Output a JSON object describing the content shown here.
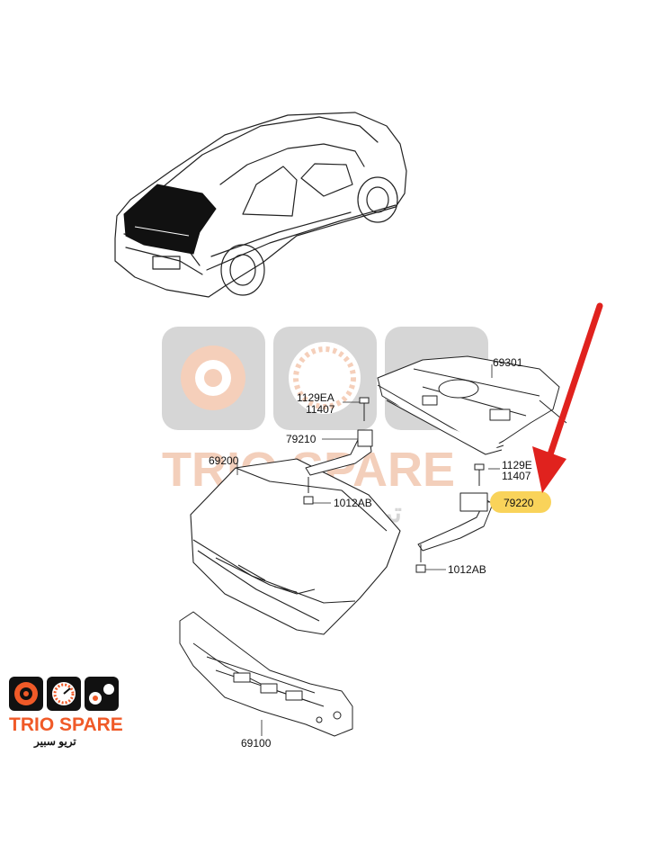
{
  "watermark": {
    "brand": "TRIO SPARE",
    "brand_arabic": "تريو سبير"
  },
  "logo": {
    "brand": "TRIO SPARE",
    "brand_arabic": "تريو سبير"
  },
  "parts": {
    "p69301": "69301",
    "p1129EA": "1129EA",
    "p11407_left": "11407",
    "p79210": "79210",
    "p69200": "69200",
    "p1012AB_left": "1012AB",
    "p1129EA_right": "1129E",
    "p11407_right": "11407",
    "p79220": "79220",
    "p1012AB_right": "1012AB",
    "p69100": "69100"
  },
  "colors": {
    "highlight": "#f9d35a",
    "arrow": "#e0221e",
    "watermark_gray": "#c9c9c9",
    "watermark_orange": "#f2b79a",
    "logo_orange": "#f05a28",
    "logo_black": "#111111"
  }
}
